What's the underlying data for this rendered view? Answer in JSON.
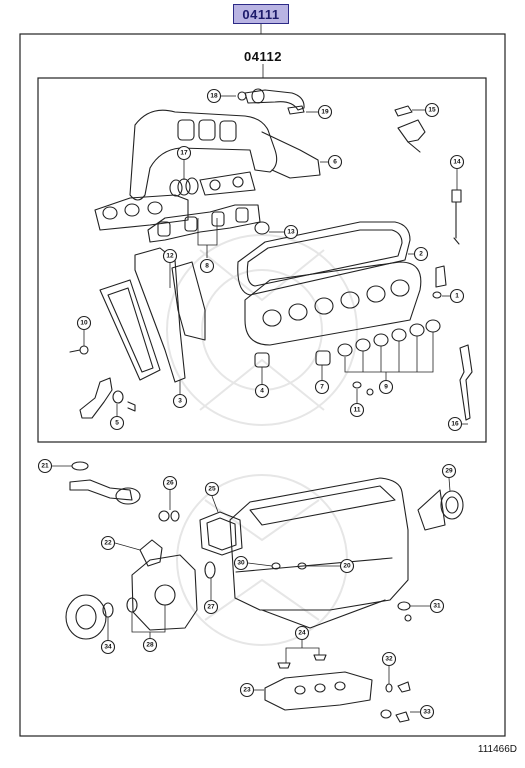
{
  "kit": {
    "main_code": "04111",
    "sub_code": "04112",
    "drawing_code": "111466D"
  },
  "callouts": [
    {
      "id": "c18",
      "num": "18"
    },
    {
      "id": "c19",
      "num": "19"
    },
    {
      "id": "c15",
      "num": "15"
    },
    {
      "id": "c17",
      "num": "17"
    },
    {
      "id": "c6",
      "num": "6"
    },
    {
      "id": "c14",
      "num": "14"
    },
    {
      "id": "c13",
      "num": "13"
    },
    {
      "id": "c12",
      "num": "12"
    },
    {
      "id": "c8",
      "num": "8"
    },
    {
      "id": "c2",
      "num": "2"
    },
    {
      "id": "c1",
      "num": "1"
    },
    {
      "id": "c10",
      "num": "10"
    },
    {
      "id": "c4",
      "num": "4"
    },
    {
      "id": "c7",
      "num": "7"
    },
    {
      "id": "c9",
      "num": "9"
    },
    {
      "id": "c3",
      "num": "3"
    },
    {
      "id": "c5",
      "num": "5"
    },
    {
      "id": "c11",
      "num": "11"
    },
    {
      "id": "c16",
      "num": "16"
    },
    {
      "id": "c21",
      "num": "21"
    },
    {
      "id": "c26",
      "num": "26"
    },
    {
      "id": "c25",
      "num": "25"
    },
    {
      "id": "c29",
      "num": "29"
    },
    {
      "id": "c22",
      "num": "22"
    },
    {
      "id": "c30",
      "num": "30"
    },
    {
      "id": "c20",
      "num": "20"
    },
    {
      "id": "c27",
      "num": "27"
    },
    {
      "id": "c28",
      "num": "28"
    },
    {
      "id": "c34",
      "num": "34"
    },
    {
      "id": "c31",
      "num": "31"
    },
    {
      "id": "c24",
      "num": "24"
    },
    {
      "id": "c32",
      "num": "32"
    },
    {
      "id": "c23",
      "num": "23"
    },
    {
      "id": "c33",
      "num": "33"
    }
  ]
}
